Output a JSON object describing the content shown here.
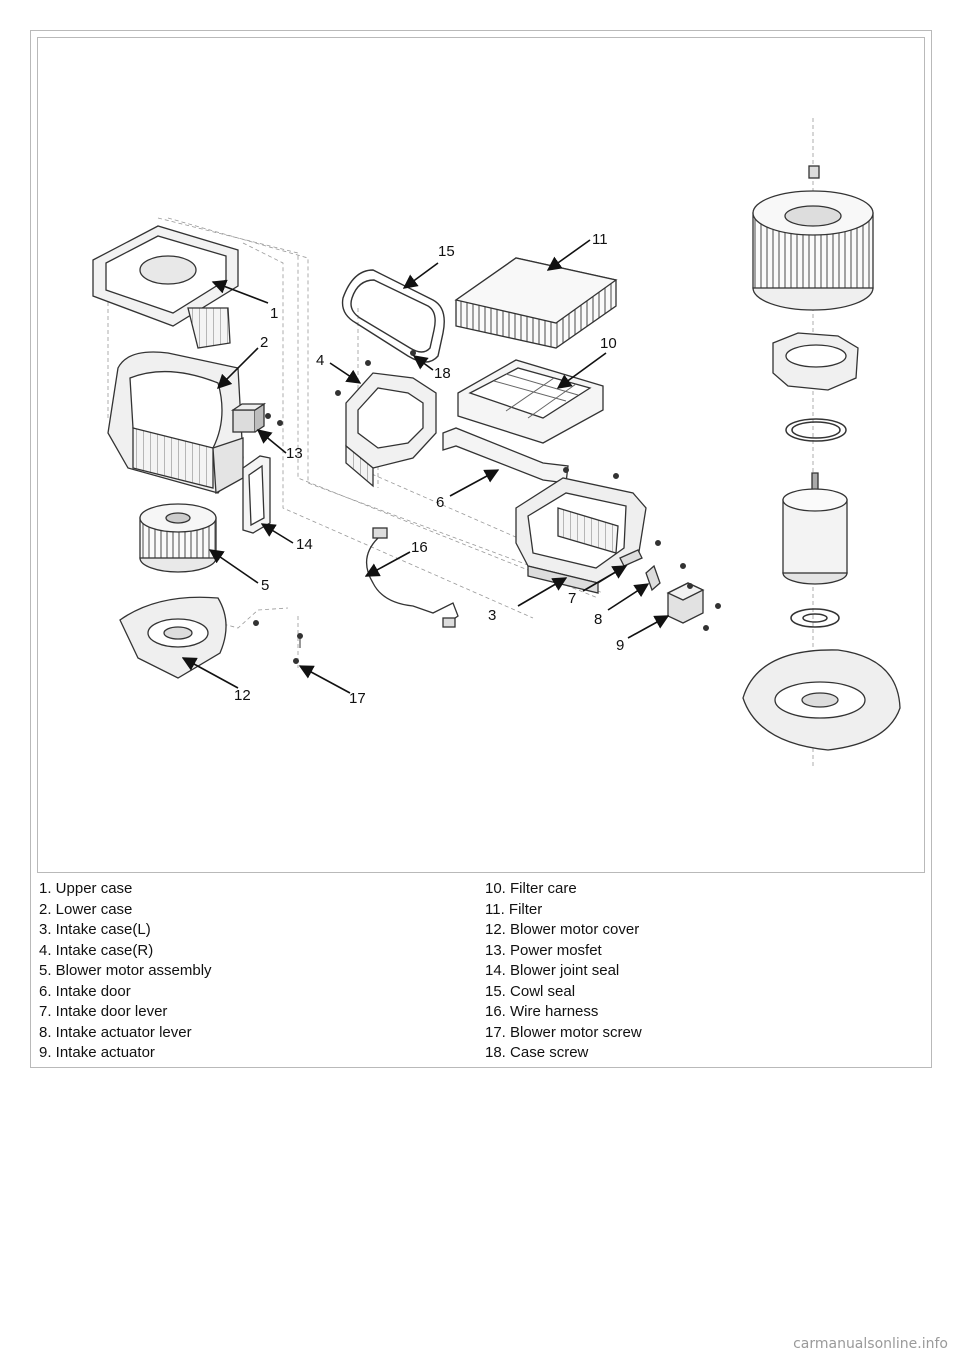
{
  "callouts": [
    "1",
    "2",
    "3",
    "4",
    "5",
    "6",
    "7",
    "8",
    "9",
    "10",
    "11",
    "12",
    "13",
    "14",
    "15",
    "16",
    "17",
    "18"
  ],
  "legend_left": [
    "1. Upper case",
    "2. Lower case",
    "3. Intake case(L)",
    "4. Intake case(R)",
    "5. Blower motor assembly",
    "6. Intake door",
    "7. Intake door lever",
    "8. Intake actuator lever",
    "9. Intake actuator"
  ],
  "legend_right": [
    "10. Filter care",
    "11. Filter",
    "12. Blower motor cover",
    "13. Power mosfet",
    "14. Blower joint seal",
    "15. Cowl seal",
    "16. Wire harness",
    "17. Blower motor screw",
    "18. Case screw"
  ],
  "watermark": "carmanualsonline.info"
}
